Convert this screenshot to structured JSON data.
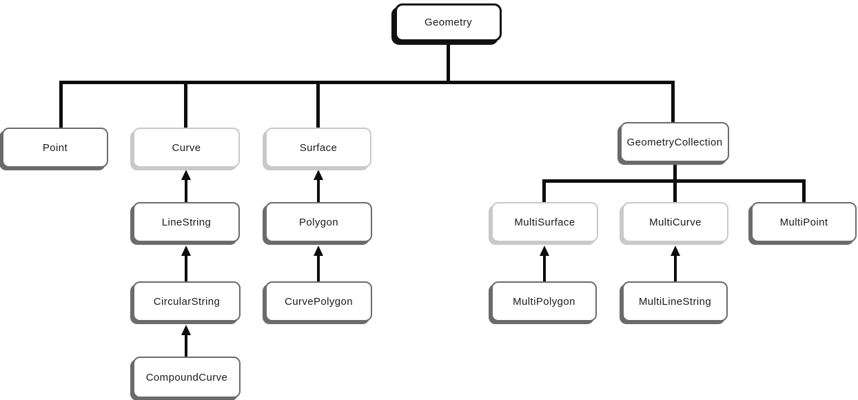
{
  "colors": {
    "line": "#0d0d0d",
    "strong": "#111111",
    "dark": "#6b6b6b",
    "light": "#c9c9c9",
    "text": "#1a1a1a",
    "background": "#ffffff"
  },
  "nodes": {
    "geometry": {
      "label": "Geometry",
      "border_style": "strong-black"
    },
    "point": {
      "label": "Point",
      "border_style": "dark-gray"
    },
    "curve": {
      "label": "Curve",
      "border_style": "light-gray"
    },
    "surface": {
      "label": "Surface",
      "border_style": "light-gray"
    },
    "geometrycollection": {
      "label": "GeometryCollection",
      "border_style": "dark-gray"
    },
    "linestring": {
      "label": "LineString",
      "border_style": "dark-gray"
    },
    "polygon": {
      "label": "Polygon",
      "border_style": "dark-gray"
    },
    "multisurface": {
      "label": "MultiSurface",
      "border_style": "light-gray"
    },
    "multicurve": {
      "label": "MultiCurve",
      "border_style": "light-gray"
    },
    "multipoint": {
      "label": "MultiPoint",
      "border_style": "dark-gray"
    },
    "circularstring": {
      "label": "CircularString",
      "border_style": "dark-gray"
    },
    "curvepolygon": {
      "label": "CurvePolygon",
      "border_style": "dark-gray"
    },
    "multipolygon": {
      "label": "MultiPolygon",
      "border_style": "dark-gray"
    },
    "multilinestring": {
      "label": "MultiLineString",
      "border_style": "dark-gray"
    },
    "compoundcurve": {
      "label": "CompoundCurve",
      "border_style": "dark-gray"
    }
  },
  "relations": {
    "tree_children": [
      {
        "parent": "Geometry",
        "children": [
          "Point",
          "Curve",
          "Surface",
          "GeometryCollection"
        ]
      },
      {
        "parent": "GeometryCollection",
        "children": [
          "MultiSurface",
          "MultiCurve",
          "MultiPoint"
        ]
      }
    ],
    "subtype_arrows": [
      {
        "from": "LineString",
        "to": "Curve"
      },
      {
        "from": "CircularString",
        "to": "LineString"
      },
      {
        "from": "CompoundCurve",
        "to": "CircularString"
      },
      {
        "from": "Polygon",
        "to": "Surface"
      },
      {
        "from": "CurvePolygon",
        "to": "Polygon"
      },
      {
        "from": "MultiPolygon",
        "to": "MultiSurface"
      },
      {
        "from": "MultiLineString",
        "to": "MultiCurve"
      }
    ]
  }
}
